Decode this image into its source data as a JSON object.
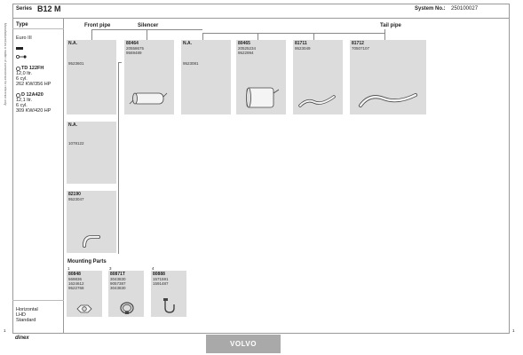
{
  "header": {
    "series_label": "Series",
    "series_value": "B12 M",
    "system_label": "System No.:",
    "system_value": "250100027"
  },
  "side_note": "Manufactured as a matter of convenience for reference only",
  "type_panel": {
    "title": "Type",
    "euro": "Euro III",
    "engine1": {
      "code": "TD 122FH",
      "lines": [
        "12,0 ltr.",
        "6 cyl.",
        "262 KW/356 HP"
      ]
    },
    "engine2": {
      "code": "D 12A420",
      "lines": [
        "12,1 ltr.",
        "6 cyl.",
        "309 KW/420 HP"
      ]
    }
  },
  "columns": {
    "front_pipe": "Front pipe",
    "silencer": "Silencer",
    "tail_pipe": "Tail pipe"
  },
  "parts": {
    "p1": {
      "code": "N.A.",
      "subs": [
        "9523601"
      ]
    },
    "p2": {
      "code": "80464",
      "subs": [
        "20558675",
        "9569489"
      ]
    },
    "p3": {
      "code": "N.A.",
      "subs": [
        "9523081"
      ]
    },
    "p4": {
      "code": "80465",
      "subs": [
        "20525234",
        "9522994"
      ]
    },
    "p5": {
      "code": "81711",
      "subs": [
        "9523049"
      ]
    },
    "p6": {
      "code": "81712",
      "subs": [
        "70507107"
      ]
    },
    "p7": {
      "code": "N.A.",
      "subs": [
        "1078122"
      ]
    },
    "p8": {
      "code": "82190",
      "subs": [
        "9523047"
      ]
    }
  },
  "mounting": {
    "title": "Mounting Parts",
    "items": [
      {
        "num": "1",
        "code": "80848",
        "subs": [
          "569836",
          "1624612",
          "9522768"
        ]
      },
      {
        "num": "3",
        "code": "80871T",
        "subs": [
          "3043830",
          "9057387",
          "3043830"
        ]
      },
      {
        "num": "4",
        "code": "80888",
        "subs": [
          "1571591",
          "1591487"
        ]
      }
    ]
  },
  "bottom_info": [
    "Horizontal",
    "LHD",
    "Standard"
  ],
  "brand_bar": "VOLVO",
  "logo_text": "dinex",
  "page_left": "1",
  "page_right": "1"
}
